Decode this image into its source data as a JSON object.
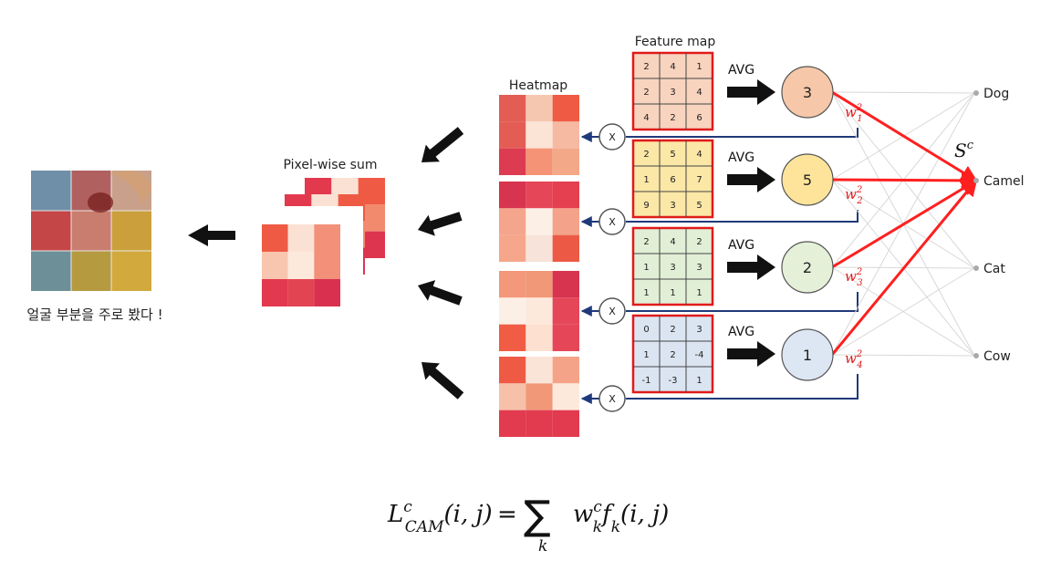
{
  "labels": {
    "feature_map": "Feature map",
    "heatmap": "Heatmap",
    "pixel_sum": "Pixel-wise sum",
    "caption": "얼굴 부분을 주로 봤다 !",
    "avg": "AVG",
    "mult": "X",
    "score": "S",
    "score_sup": "c"
  },
  "feature_maps": [
    {
      "cells": [
        "2",
        "4",
        "1",
        "2",
        "3",
        "4",
        "4",
        "2",
        "6"
      ],
      "fill": "#f8d3be"
    },
    {
      "cells": [
        "2",
        "5",
        "4",
        "1",
        "6",
        "7",
        "9",
        "3",
        "5"
      ],
      "fill": "#fbe7a6"
    },
    {
      "cells": [
        "2",
        "4",
        "2",
        "1",
        "3",
        "3",
        "1",
        "1",
        "1"
      ],
      "fill": "#e2efd7"
    },
    {
      "cells": [
        "0",
        "2",
        "3",
        "1",
        "2",
        "-4",
        "-1",
        "-3",
        "1"
      ],
      "fill": "#dbe5f2"
    }
  ],
  "nodes": [
    {
      "value": "3",
      "fill": "#f6c7a8",
      "weight_base": "w",
      "weight_sup": "2",
      "weight_sub": "1"
    },
    {
      "value": "5",
      "fill": "#fde49a",
      "weight_base": "w",
      "weight_sup": "2",
      "weight_sub": "2"
    },
    {
      "value": "2",
      "fill": "#e4f0d8",
      "weight_base": "w",
      "weight_sup": "2",
      "weight_sub": "3"
    },
    {
      "value": "1",
      "fill": "#dde6f3",
      "weight_base": "w",
      "weight_sup": "2",
      "weight_sub": "4"
    }
  ],
  "classes": [
    "Dog",
    "Camel",
    "Cat",
    "Cow"
  ],
  "formula": {
    "lhs_base": "L",
    "lhs_sup": "c",
    "lhs_sub": "CAM",
    "args": "(i, j)",
    "equals": "=",
    "sigma": "∑",
    "sigma_sub": "k",
    "w_base": "w",
    "w_sup": "c",
    "w_sub": "k",
    "f_base": "f",
    "f_sub": "k",
    "f_args": "(i, j)"
  },
  "heatmaps": [
    [
      "#e35d55",
      "#f6c7b0",
      "#ef5a45",
      "#e35d55",
      "#fbe3d6",
      "#f6b9a1",
      "#dc3b52",
      "#f59376",
      "#f3a888"
    ],
    [
      "#d7344f",
      "#e54758",
      "#e4404f",
      "#f4a58b",
      "#fcefe6",
      "#f4a289",
      "#f6a68b",
      "#f7e3d9",
      "#ec5a45"
    ],
    [
      "#f3987a",
      "#f19878",
      "#d7344f",
      "#fcefe6",
      "#fde9dc",
      "#e54758",
      "#f05d44",
      "#fde0d0",
      "#e54758"
    ],
    [
      "#ef5a45",
      "#fae4d8",
      "#f5a388",
      "#f7c0a8",
      "#f19878",
      "#fde9dc",
      "#e23a4e",
      "#e23a4e",
      "#e23a4e"
    ]
  ],
  "stack_front": [
    "#ef5a45",
    "#fbe1d3",
    "#f2907a",
    "#f8c6af",
    "#fde9dc",
    "#f2907a",
    "#e2394f",
    "#e34452",
    "#d9304f"
  ],
  "stack_back": [
    "#e2394f",
    "#fbe1d3",
    "#ef5a45",
    "#f4a48c",
    "#fde9dc",
    "#f28a6e",
    "#e2394f",
    "#e94c55",
    "#dd3550"
  ],
  "photo_cells": [
    "#6f8fa8",
    "#b0605e",
    "#c9a08a",
    "#c44646",
    "#c97d6e",
    "#cba03c",
    "#6d9098",
    "#b59a40",
    "#d1a93c"
  ]
}
